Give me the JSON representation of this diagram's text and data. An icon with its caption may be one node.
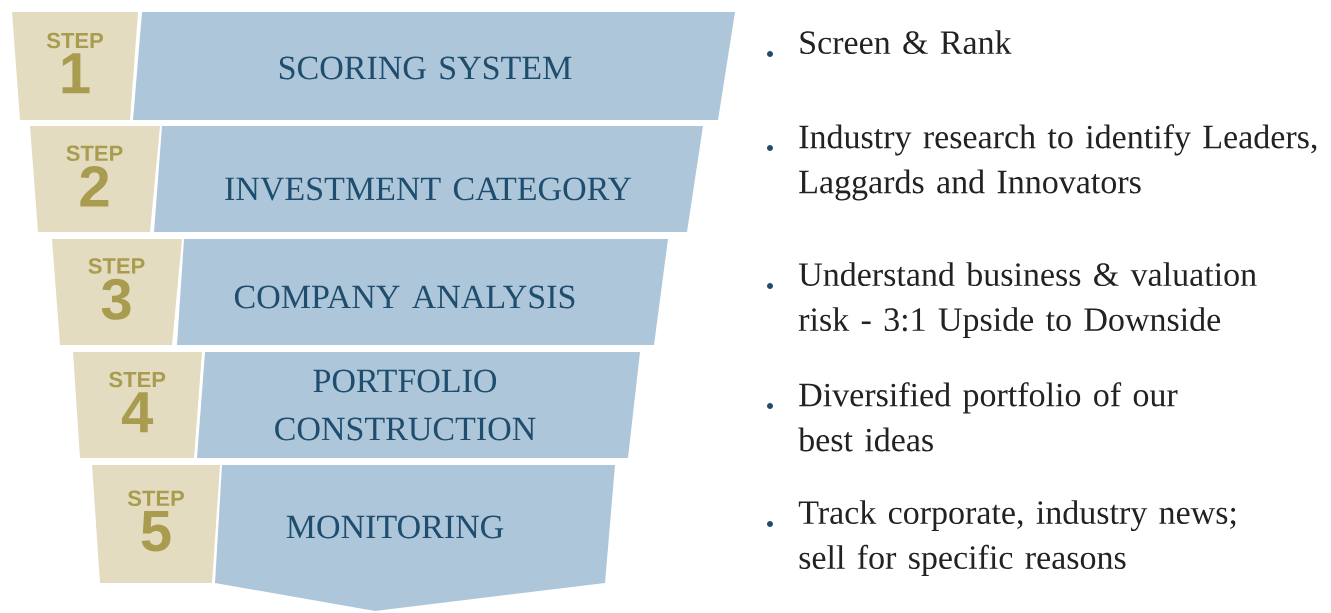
{
  "diagram": {
    "nodes": [
      {
        "text": [
          "STEP",
          "1"
        ]
      },
      {
        "text": [
          "SCORING SYSTEM"
        ]
      },
      {
        "text": [
          "STEP",
          "2"
        ]
      },
      {
        "text": [
          "INVESTMENT CATEGORY"
        ]
      },
      {
        "text": [
          "STEP",
          "3"
        ]
      },
      {
        "text": [
          "COMPANY ANALYSIS"
        ]
      },
      {
        "text": [
          "STEP",
          "4"
        ]
      },
      {
        "text": [
          "PORTFOLIO CONSTRUCTION"
        ]
      },
      {
        "text": [
          "STEP",
          "5"
        ]
      },
      {
        "text": [
          "MONITORING"
        ]
      }
    ],
    "labels": [
      "Screen & Rank",
      "Industry research to identify Leaders, Laggards and Innovators",
      "Understand business & valuation risk - 3:1 Upside to Downside",
      "Diversified portfolio of our best ideas",
      "Track corporate, industry news; sell for specific reasons"
    ]
  }
}
